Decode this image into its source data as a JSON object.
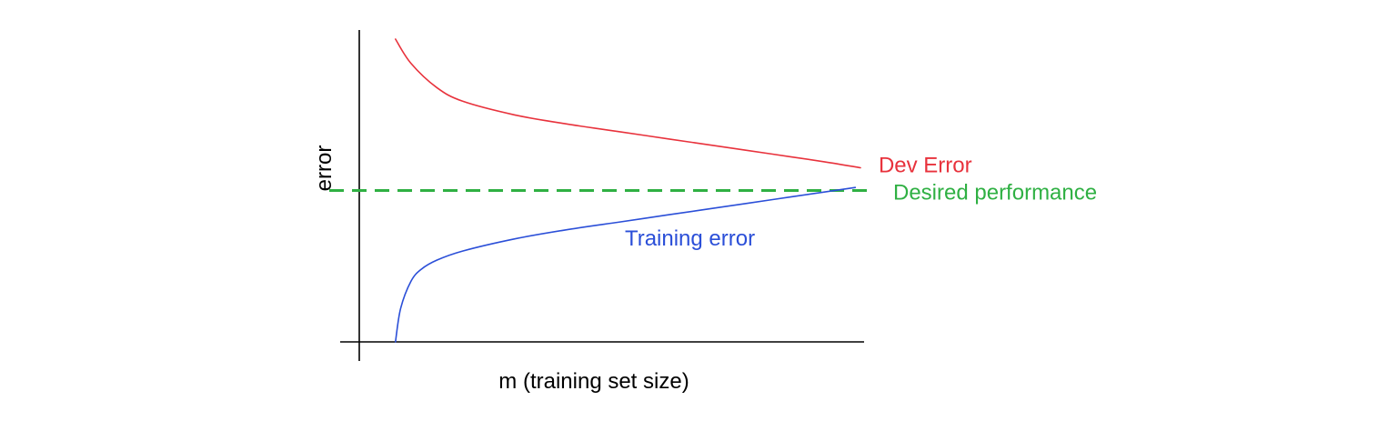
{
  "chart_data": {
    "type": "line",
    "xlabel": "m (training set size)",
    "ylabel": "error",
    "xlim": [
      0,
      100
    ],
    "ylim": [
      0,
      100
    ],
    "grid": false,
    "series": [
      {
        "name": "Dev Error",
        "color": "#e8323c",
        "label_position": "right",
        "x": [
          7,
          10,
          15,
          20,
          30,
          40,
          50,
          60,
          70,
          80,
          90,
          97
        ],
        "y": [
          100,
          92,
          84,
          79.5,
          75,
          72,
          69.5,
          67,
          64.5,
          62,
          59.5,
          57.5
        ]
      },
      {
        "name": "Training error",
        "color": "#2b4fd8",
        "label_position": "below",
        "x": [
          7,
          8,
          10,
          12,
          15,
          20,
          30,
          40,
          50,
          60,
          70,
          80,
          90,
          96
        ],
        "y": [
          0,
          11,
          20,
          24,
          27,
          30,
          34,
          37,
          39.5,
          42,
          44.5,
          47,
          49.5,
          51
        ]
      }
    ],
    "reference_lines": [
      {
        "name": "Desired performance",
        "y": 50,
        "style": "dashed",
        "color": "#2fb043"
      }
    ]
  }
}
